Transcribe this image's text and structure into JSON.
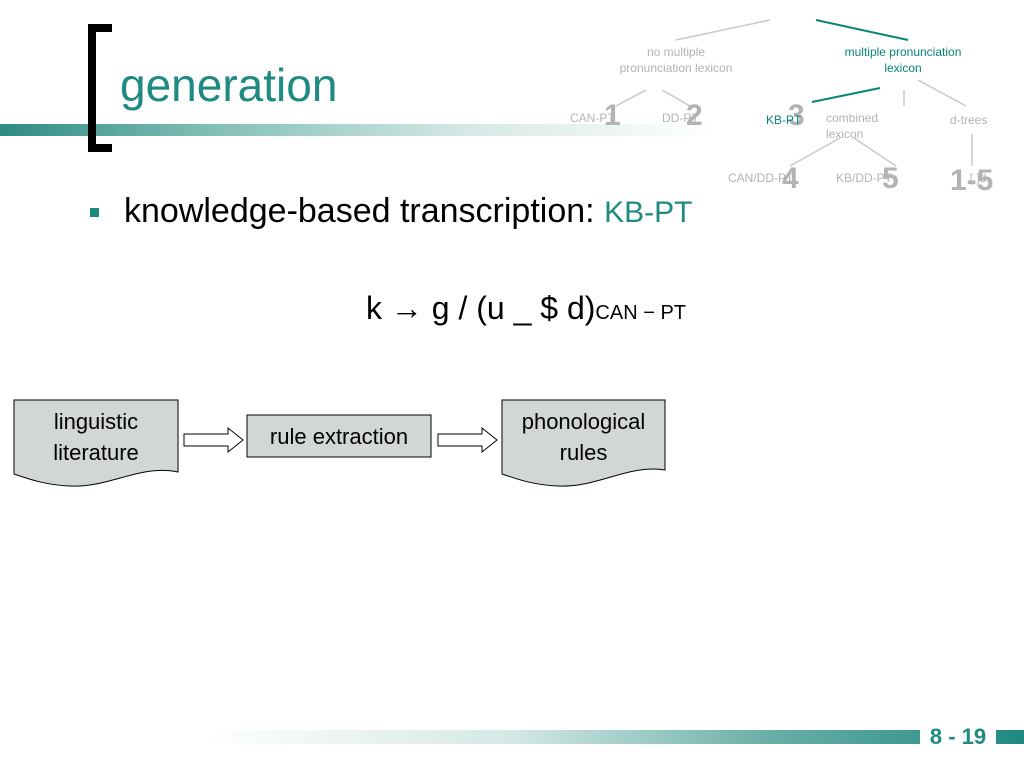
{
  "slide": {
    "title": "generation",
    "page_number": "8 - 19"
  },
  "tree": {
    "node_no_multiple": "no multiple pronunciation lexicon",
    "node_no_multiple_line1": "no multiple",
    "node_no_multiple_line2": "pronunciation lexicon",
    "node_multiple_line1": "multiple pronunciation",
    "node_multiple_line2": "lexicon",
    "leaf_can_pt": "CAN-PT",
    "leaf_dd_pt": "DD-PT",
    "leaf_kb_pt": "KB-PT",
    "leaf_combined_line1": "combined",
    "leaf_combined_line2": "lexicon",
    "leaf_d_trees": "d-trees",
    "leaf_can_dd_pt": "CAN/DD-PT",
    "leaf_kb_dd_pt": "KB/DD-PT",
    "leaf_bracket": "[ ]d",
    "num_1": "1",
    "num_2": "2",
    "num_3": "3",
    "num_4": "4",
    "num_5": "5",
    "num_1_5": "1-5",
    "active_color": "#0a8379",
    "inactive_color": "#b3b3b3"
  },
  "bullet": {
    "text": "knowledge-based transcription: ",
    "accent": "KB-PT"
  },
  "formula": {
    "main": "k → g / (u _ $ d)",
    "subscript": "CAN − PT"
  },
  "flow": {
    "box1_line1": "linguistic",
    "box1_line2": "literature",
    "box2": "rule extraction",
    "box3_line1": "phonological",
    "box3_line2": "rules",
    "box_fill": "#d3d7d3"
  },
  "colors": {
    "accent": "#1f8a82",
    "text": "#000000"
  }
}
